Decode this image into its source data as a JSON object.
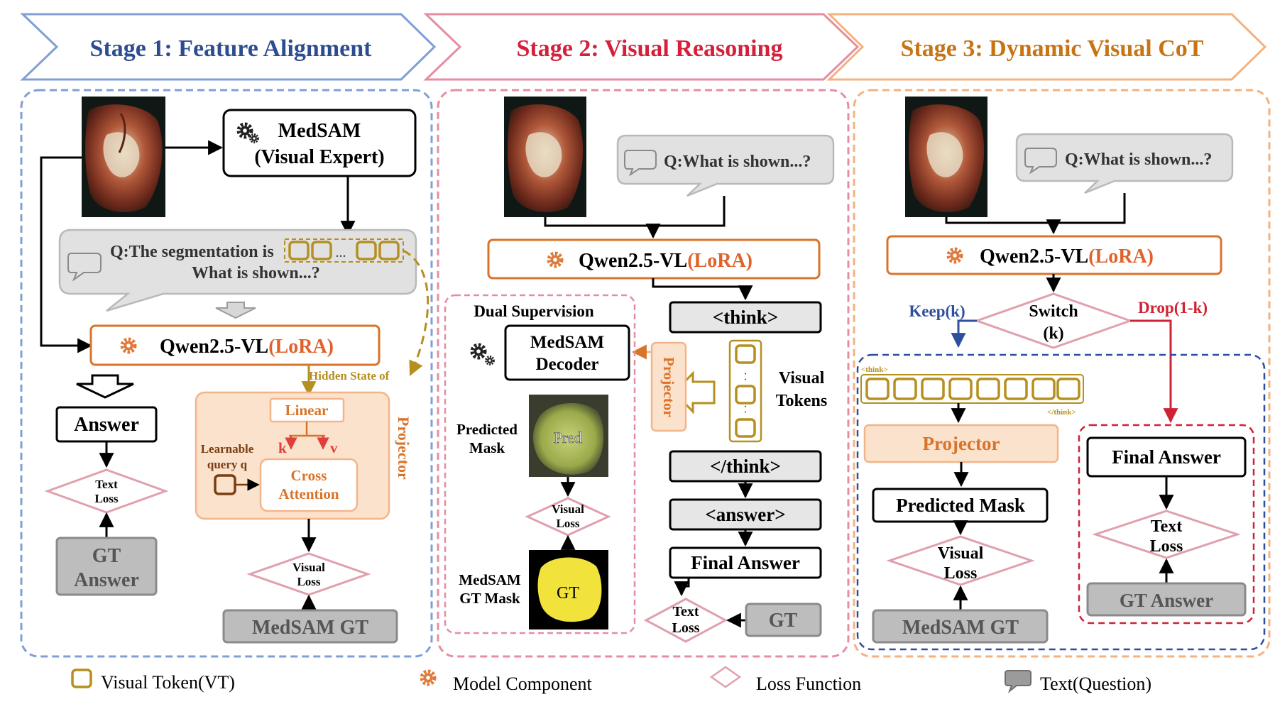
{
  "colors": {
    "stage1": "#7f9fd6",
    "stage1_text": "#2e4d91",
    "stage2": "#e58ea1",
    "stage2_text": "#d4203a",
    "stage3": "#f3b27f",
    "stage3_text": "#c77414",
    "model_border": "#d9732a",
    "lora_text": "#e0622a",
    "loss_border": "#e0a0ad",
    "token_border": "#b58f1f",
    "gray_fill": "#bdbdbd",
    "keep_color": "#2e4e9e",
    "drop_color": "#cf2333",
    "projector_fill": "#fbe2cc"
  },
  "stages": [
    {
      "label": "Stage 1: Feature Alignment"
    },
    {
      "label": "Stage 2: Visual Reasoning"
    },
    {
      "label": "Stage 3: Dynamic Visual CoT"
    }
  ],
  "stage1": {
    "medsam_title": "MedSAM",
    "medsam_subtitle": "(Visual Expert)",
    "question_line1": "Q:The segmentation is",
    "question_dots": "...",
    "question_line2": "What is shown...?",
    "model_name": "Qwen2.5-VL",
    "model_suffix": "(LoRA)",
    "hidden_state": "Hidden State of",
    "answer": "Answer",
    "text_loss_line1": "Text",
    "text_loss_line2": "Loss",
    "gt_line1": "GT",
    "gt_line2": "Answer",
    "linear": "Linear",
    "k": "k",
    "v": "v",
    "query_line1": "Learnable",
    "query_line2": "query q",
    "cross_line1": "Cross",
    "cross_line2": "Attention",
    "projector": "Projector",
    "visual_loss_line1": "Visual",
    "visual_loss_line2": "Loss",
    "medsam_gt": "MedSAM GT"
  },
  "stage2": {
    "question": "Q:What is shown...?",
    "model_name": "Qwen2.5-VL",
    "model_suffix": "(LoRA)",
    "dual_supervision": "Dual Supervision",
    "decoder_line1": "MedSAM",
    "decoder_line2": "Decoder",
    "predicted_line1": "Predicted",
    "predicted_line2": "Mask",
    "pred_label": "Pred",
    "visual_loss_line1": "Visual",
    "visual_loss_line2": "Loss",
    "gt_mask_line1": "MedSAM",
    "gt_mask_line2": "GT Mask",
    "gt_label": "GT",
    "projector": "Projector",
    "think_open": "<think>",
    "visual_tokens_line1": "Visual",
    "visual_tokens_line2": "Tokens",
    "think_close": "</think>",
    "answer_open": "<answer>",
    "final_answer": "Final Answer",
    "text_loss_line1": "Text",
    "text_loss_line2": "Loss",
    "gt": "GT"
  },
  "stage3": {
    "question": "Q:What is shown...?",
    "model_name": "Qwen2.5-VL",
    "model_suffix": "(LoRA)",
    "switch_line1": "Switch",
    "switch_line2": "(k)",
    "keep": "Keep(k)",
    "drop": "Drop(1-k)",
    "think_open": "<think>",
    "think_close": "</think>",
    "projector": "Projector",
    "predicted_mask": "Predicted Mask",
    "visual_loss_line1": "Visual",
    "visual_loss_line2": "Loss",
    "medsam_gt": "MedSAM GT",
    "final_answer": "Final Answer",
    "text_loss_line1": "Text",
    "text_loss_line2": "Loss",
    "gt_answer": "GT Answer"
  },
  "legend": [
    {
      "icon": "visual-token-icon",
      "label": "Visual Token(VT)"
    },
    {
      "icon": "model-component-icon",
      "label": "Model Component"
    },
    {
      "icon": "loss-function-icon",
      "label": "Loss Function"
    },
    {
      "icon": "text-question-icon",
      "label": "Text(Question)"
    }
  ]
}
